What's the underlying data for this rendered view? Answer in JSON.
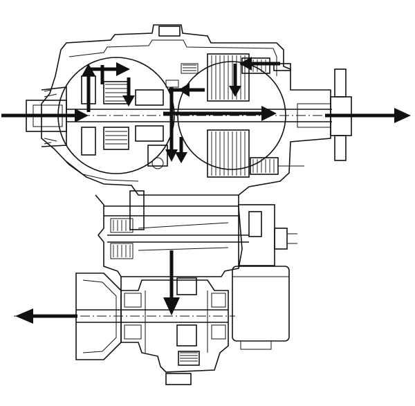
{
  "diagram": {
    "kind": "transfer-case-cross-section",
    "labels": [],
    "colors": {
      "line": "#111111",
      "background": "#ffffff"
    },
    "arrows": [
      {
        "id": "input-arrow",
        "direction": "right"
      },
      {
        "id": "rear-output-arrow",
        "direction": "right"
      },
      {
        "id": "front-output-arrow",
        "direction": "left"
      },
      {
        "id": "chain-drop-arrow",
        "direction": "down"
      }
    ]
  }
}
